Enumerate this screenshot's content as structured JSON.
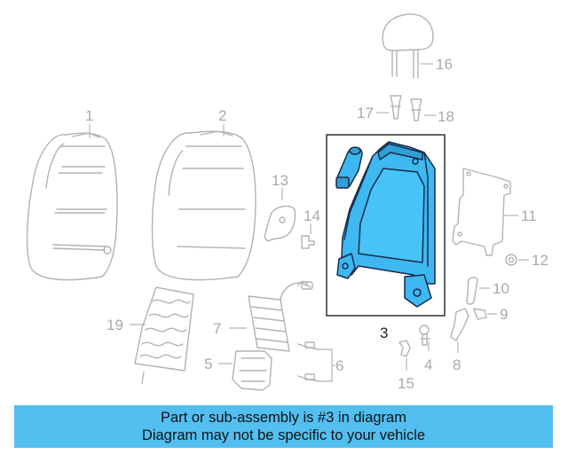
{
  "diagram": {
    "callouts": {
      "c1": "1",
      "c2": "2",
      "c3": "3",
      "c4": "4",
      "c5": "5",
      "c6": "6",
      "c7": "7",
      "c8": "8",
      "c9": "9",
      "c10": "10",
      "c11": "11",
      "c12": "12",
      "c13": "13",
      "c14": "14",
      "c15": "15",
      "c16": "16",
      "c17": "17",
      "c18": "18",
      "c19": "19"
    },
    "highlight_color": "#3db8f0",
    "highlighted_part": "3"
  },
  "banner": {
    "line1": "Part or sub-assembly is #3 in diagram",
    "line2": "Diagram may not be specific to your vehicle",
    "background": "#53bff0"
  }
}
